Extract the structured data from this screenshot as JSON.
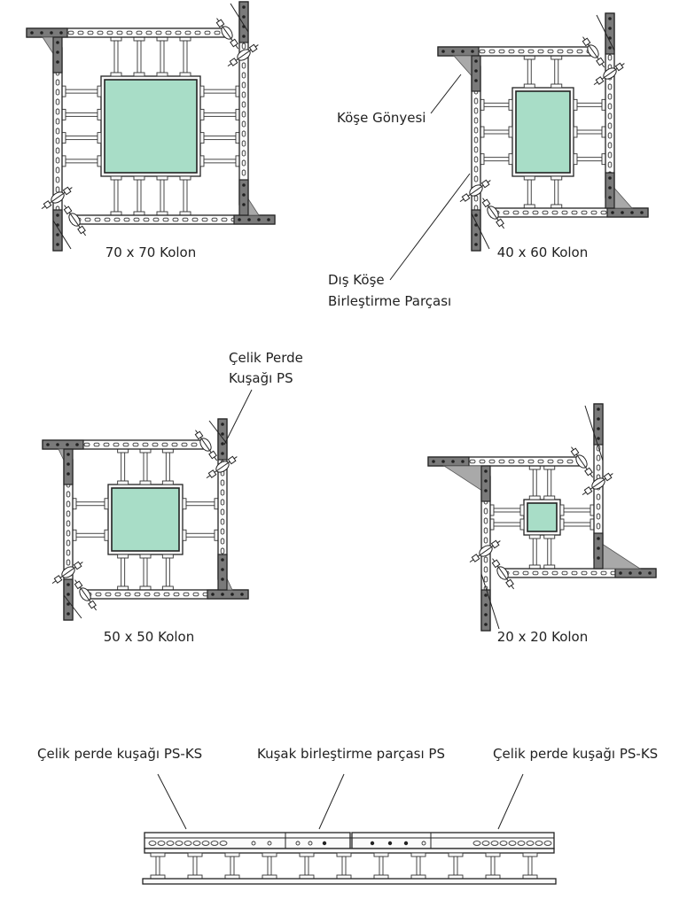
{
  "labels": {
    "kose_gonyesi": "Köşe Gönyesi",
    "dis_kose_1": "Dış Köşe",
    "dis_kose_2": "Birleştirme Parçası",
    "celik_perde_1": "Çelik Perde",
    "celik_perde_2": "Kuşağı PS",
    "bottom_left": "Çelik perde kuşağı PS-KS",
    "bottom_mid": "Kuşak birleştirme parçası PS",
    "bottom_right": "Çelik perde kuşağı PS-KS"
  },
  "columns": [
    {
      "caption": "70 x 70 Kolon"
    },
    {
      "caption": "40 x 60 Kolon"
    },
    {
      "caption": "50 x 50 Kolon"
    },
    {
      "caption": "20 x 20 Kolon"
    }
  ],
  "colors": {
    "concrete": "#a8ddc7",
    "line": "#222222",
    "steel_dark": "#7a7a7a"
  }
}
